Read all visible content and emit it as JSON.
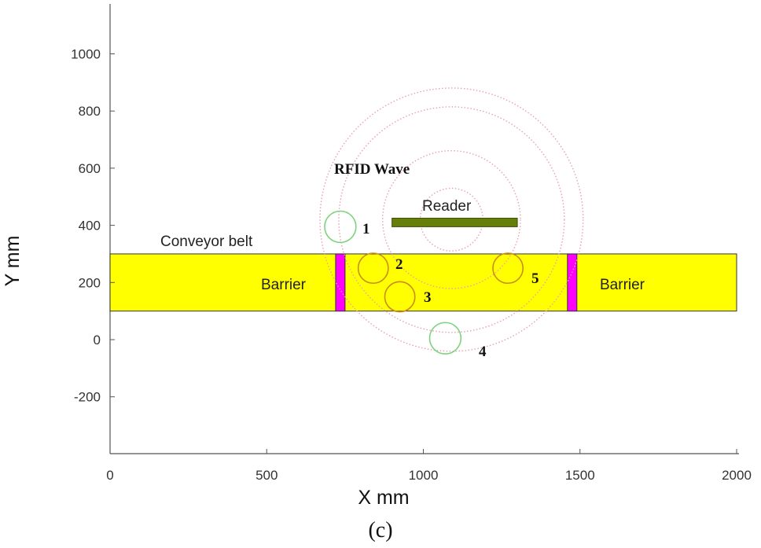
{
  "chart_data": {
    "type": "scatter",
    "xlabel": "X mm",
    "ylabel": "Y mm",
    "xlim": [
      0,
      2000
    ],
    "ylim": [
      -400,
      1180
    ],
    "x_ticks": [
      "0",
      "500",
      "1000",
      "1500",
      "2000"
    ],
    "x_tick_values": [
      0,
      500,
      1000,
      1500,
      2000
    ],
    "y_ticks": [
      "-200",
      "0",
      "200",
      "400",
      "600",
      "800",
      "1000"
    ],
    "y_tick_values": [
      -200,
      0,
      200,
      400,
      600,
      800,
      1000
    ],
    "grid": false,
    "caption": "(c)",
    "conveyor": {
      "label": "Conveyor belt",
      "x": [
        0,
        2000
      ],
      "y": [
        100,
        300
      ],
      "color": "#ffff00"
    },
    "barriers": [
      {
        "label": "Barrier",
        "x": 735,
        "y": 200,
        "color": "#ff00ff"
      },
      {
        "label": "Barrier",
        "x": 1475,
        "y": 200,
        "color": "#ff00ff"
      }
    ],
    "reader": {
      "label": "Reader",
      "x": [
        900,
        1300
      ],
      "y": [
        395,
        425
      ],
      "color": "#667f0a"
    },
    "rfid_wave": {
      "label": "RFID Wave",
      "center": [
        1090,
        420
      ],
      "radii": [
        100,
        220,
        360,
        420
      ],
      "color": "#e8a0b0"
    },
    "tags": [
      {
        "id": "1",
        "x": 735,
        "y": 395,
        "r": 50,
        "color": "#7ed37e",
        "in_range": false
      },
      {
        "id": "2",
        "x": 840,
        "y": 250,
        "r": 48,
        "color": "#cc8a1a",
        "in_range": true
      },
      {
        "id": "3",
        "x": 925,
        "y": 150,
        "r": 48,
        "color": "#cc8a1a",
        "in_range": true
      },
      {
        "id": "4",
        "x": 1070,
        "y": 5,
        "r": 50,
        "color": "#7ed37e",
        "in_range": false
      },
      {
        "id": "5",
        "x": 1270,
        "y": 250,
        "r": 48,
        "color": "#cc8a1a",
        "in_range": true
      }
    ]
  }
}
